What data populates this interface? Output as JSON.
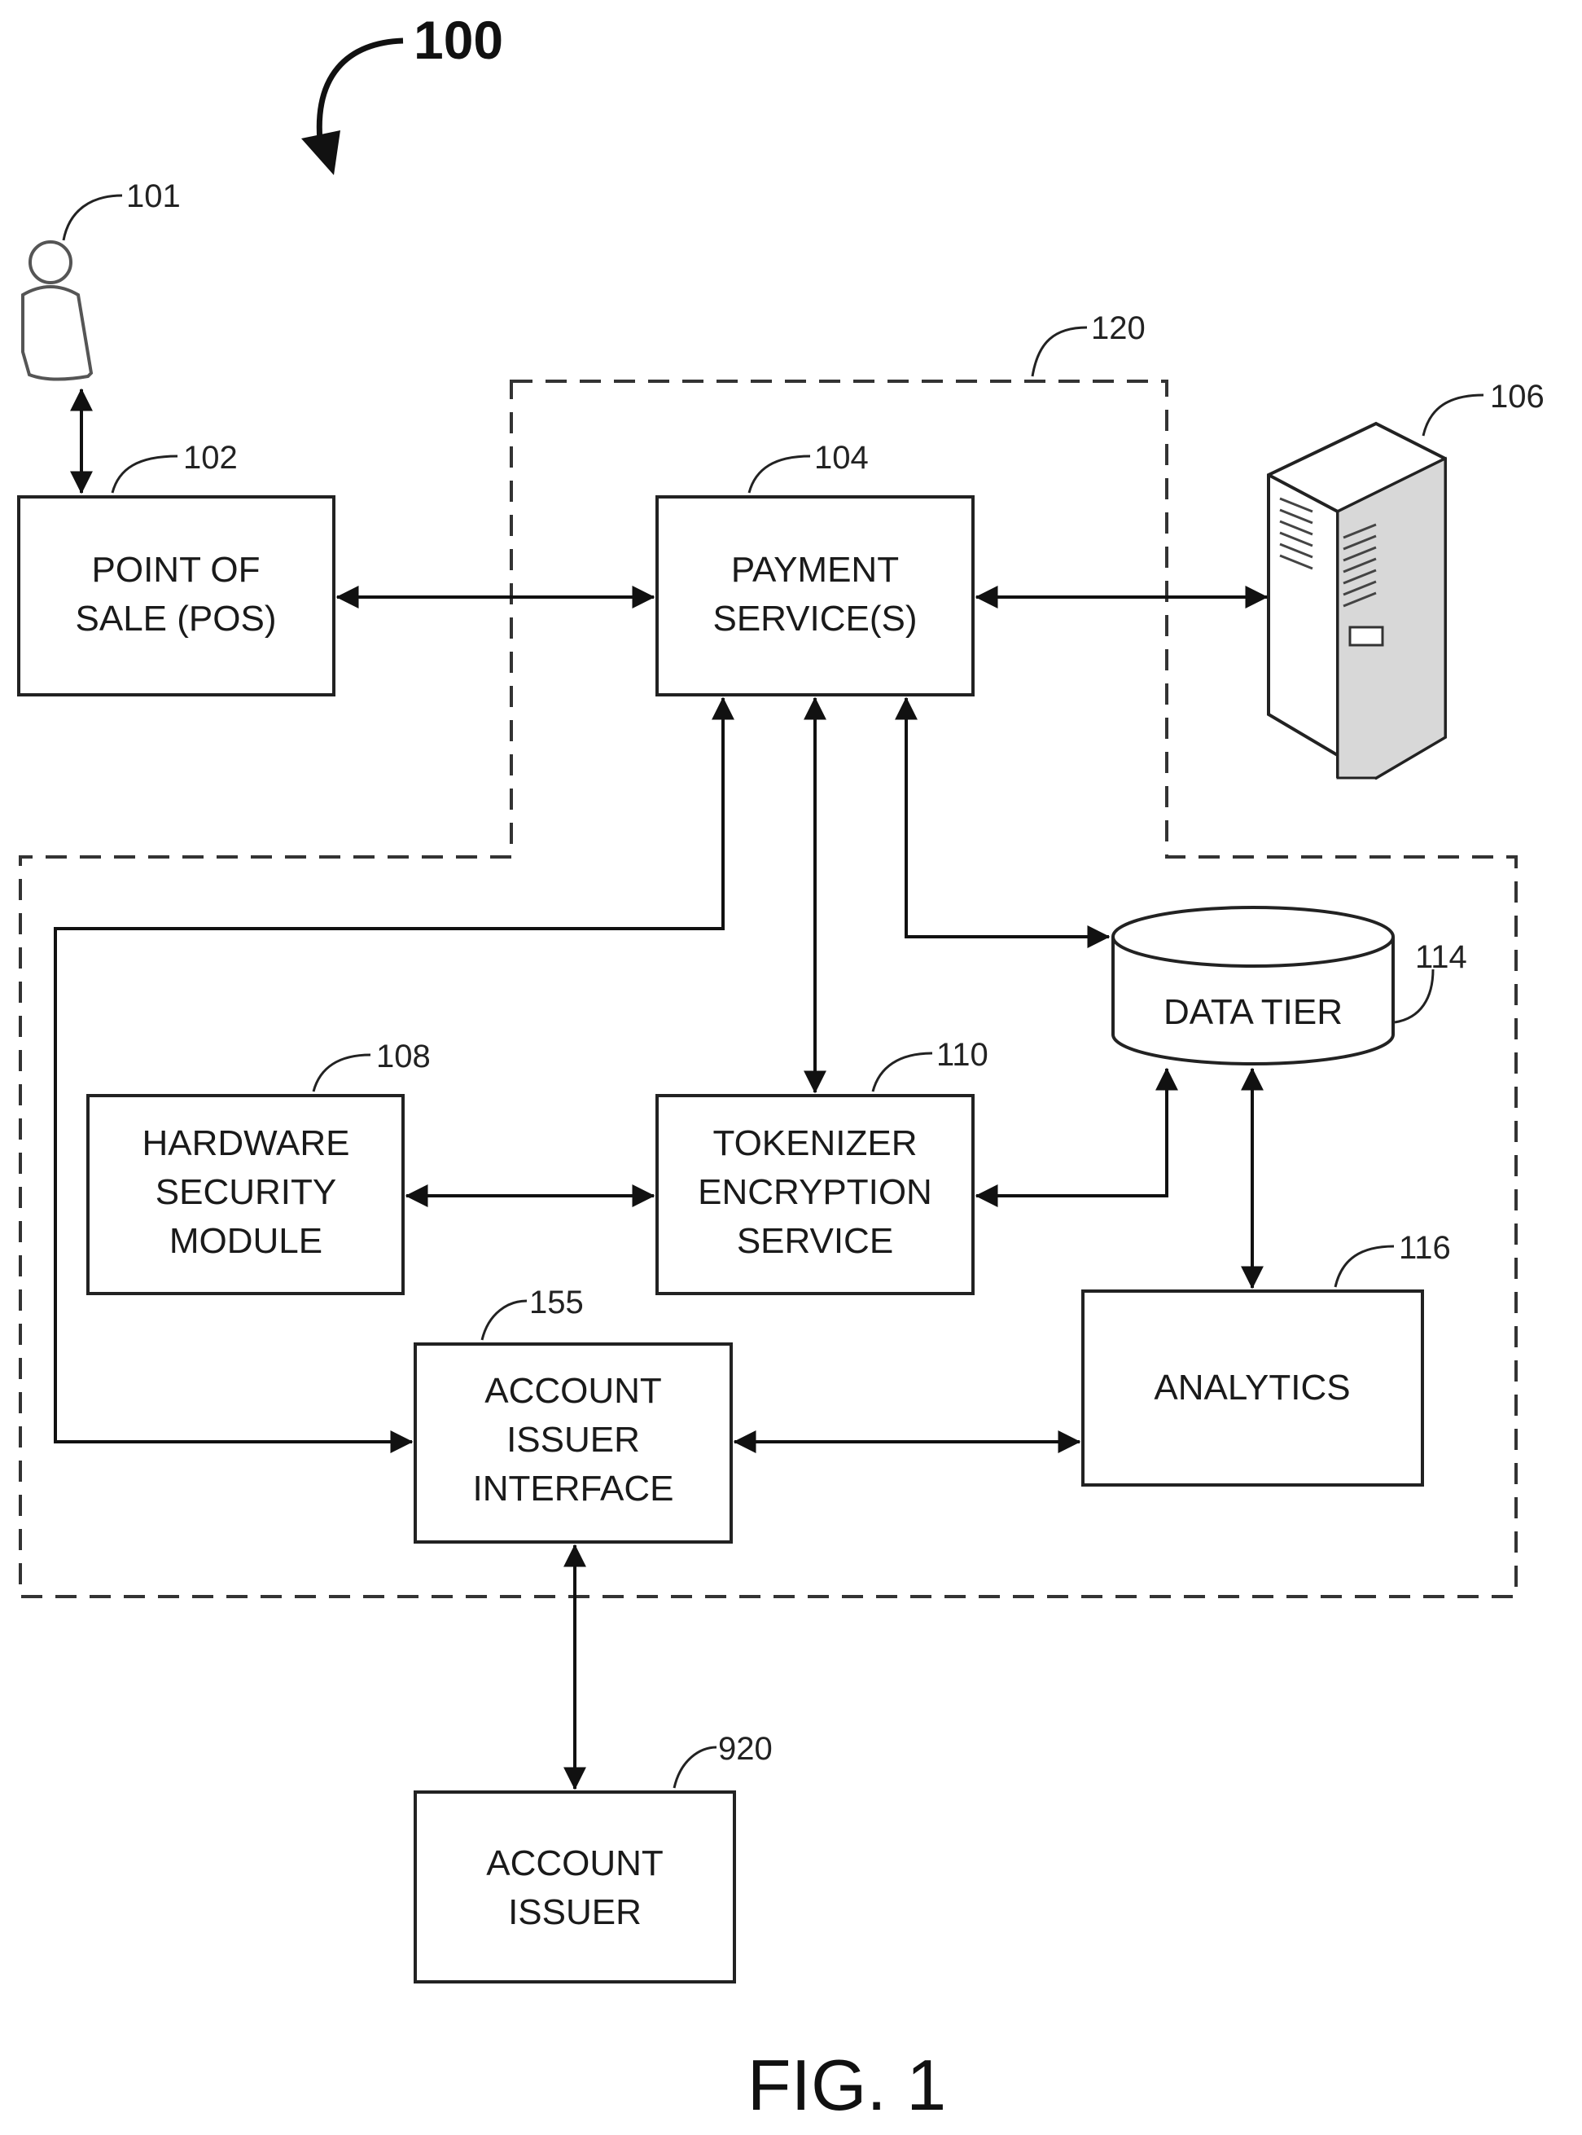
{
  "figure": {
    "ref_main": "100",
    "caption": "FIG. 1"
  },
  "nodes": {
    "user": {
      "ref": "101"
    },
    "pos": {
      "ref": "102",
      "lines": [
        "POINT OF",
        "SALE (POS)"
      ]
    },
    "payment": {
      "ref": "104",
      "lines": [
        "PAYMENT",
        "SERVICE(S)"
      ]
    },
    "server": {
      "ref": "106"
    },
    "hsm": {
      "ref": "108",
      "lines": [
        "HARDWARE",
        "SECURITY",
        "MODULE"
      ]
    },
    "tokenizer": {
      "ref": "110",
      "lines": [
        "TOKENIZER",
        "ENCRYPTION",
        "SERVICE"
      ]
    },
    "datatier": {
      "ref": "114",
      "lines": [
        "DATA TIER"
      ]
    },
    "analytics": {
      "ref": "116",
      "lines": [
        "ANALYTICS"
      ]
    },
    "boundary": {
      "ref": "120"
    },
    "aii": {
      "ref": "155",
      "lines": [
        "ACCOUNT",
        "ISSUER",
        "INTERFACE"
      ]
    },
    "issuer": {
      "ref": "920",
      "lines": [
        "ACCOUNT",
        "ISSUER"
      ]
    }
  }
}
